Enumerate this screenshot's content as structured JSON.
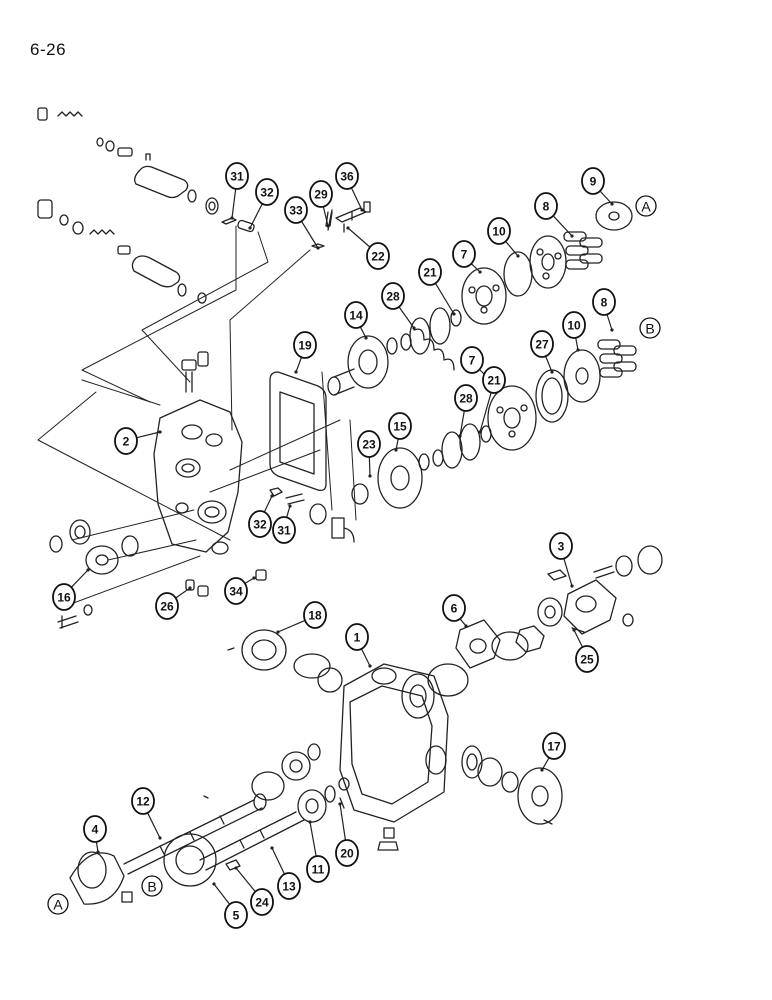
{
  "page_number": "6-26",
  "callouts": [
    {
      "label": "31"
    },
    {
      "label": "32"
    },
    {
      "label": "36"
    },
    {
      "label": "33"
    },
    {
      "label": "29"
    },
    {
      "label": "22"
    },
    {
      "label": "9"
    },
    {
      "label": "8"
    },
    {
      "label": "10"
    },
    {
      "label": "7"
    },
    {
      "label": "21"
    },
    {
      "label": "28"
    },
    {
      "label": "14"
    },
    {
      "label": "19"
    },
    {
      "label": "8"
    },
    {
      "label": "10"
    },
    {
      "label": "27"
    },
    {
      "label": "7"
    },
    {
      "label": "21"
    },
    {
      "label": "28"
    },
    {
      "label": "15"
    },
    {
      "label": "23"
    },
    {
      "label": "2"
    },
    {
      "label": "32"
    },
    {
      "label": "31"
    },
    {
      "label": "16"
    },
    {
      "label": "26"
    },
    {
      "label": "34"
    },
    {
      "label": "3"
    },
    {
      "label": "6"
    },
    {
      "label": "18"
    },
    {
      "label": "1"
    },
    {
      "label": "25"
    },
    {
      "label": "17"
    },
    {
      "label": "12"
    },
    {
      "label": "4"
    },
    {
      "label": "11"
    },
    {
      "label": "20"
    },
    {
      "label": "13"
    },
    {
      "label": "24"
    },
    {
      "label": "5"
    }
  ],
  "references": [
    {
      "label": "A"
    },
    {
      "label": "B"
    },
    {
      "label": "A"
    },
    {
      "label": "B"
    }
  ]
}
